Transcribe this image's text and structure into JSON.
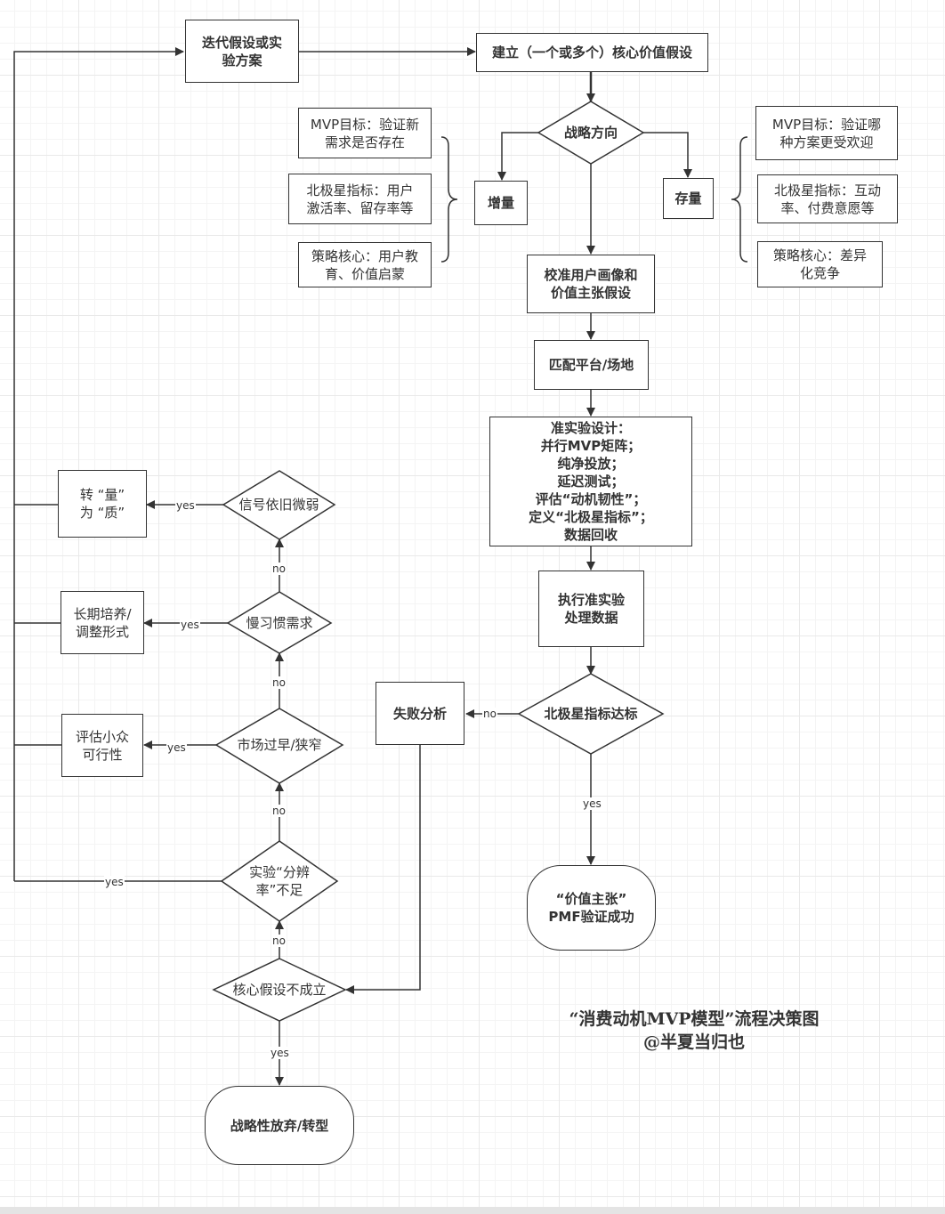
{
  "nodes": {
    "iterate": "迭代假设或实\n验方案",
    "establish": "建立（一个或多个）核心价值假设",
    "strategy": "战略方向",
    "increment": "增量",
    "stock": "存量",
    "inc_goal": "MVP目标：验证新\n需求是否存在",
    "inc_metric": "北极星指标：用户\n激活率、留存率等",
    "inc_core": "策略核心：用户教\n育、价值启蒙",
    "stock_goal": "MVP目标：验证哪\n种方案更受欢迎",
    "stock_metric": "北极星指标：互动\n率、付费意愿等",
    "stock_core": "策略核心：差异\n化竞争",
    "calibrate": "校准用户画像和\n价值主张假设",
    "match": "匹配平台/场地",
    "design": "准实验设计：\n并行MVP矩阵；\n纯净投放；\n延迟测试；\n评估“动机韧性”；\n定义“北极星指标”；\n数据回收",
    "execute": "执行准实验\n处理数据",
    "northstar": "北极星指标达标",
    "failure": "失败分析",
    "success": "“价值主张”\nPMF验证成功",
    "core_invalid": "核心假设不成立",
    "resolution": "实验“分辨\n率”不足",
    "market": "市场过早/狭窄",
    "slow_habit": "慢习惯需求",
    "weak_signal": "信号依旧微弱",
    "quantity_quality": "转 “量”\n为 “质”",
    "long_term": "长期培养/\n调整形式",
    "niche": "评估小众\n可行性",
    "abandon": "战略性放弃/转型"
  },
  "edge_labels": {
    "yes": "yes",
    "no": "no"
  },
  "footer": {
    "title": "“消费动机MVP模型”流程决策图",
    "author": "@半夏当归也"
  }
}
